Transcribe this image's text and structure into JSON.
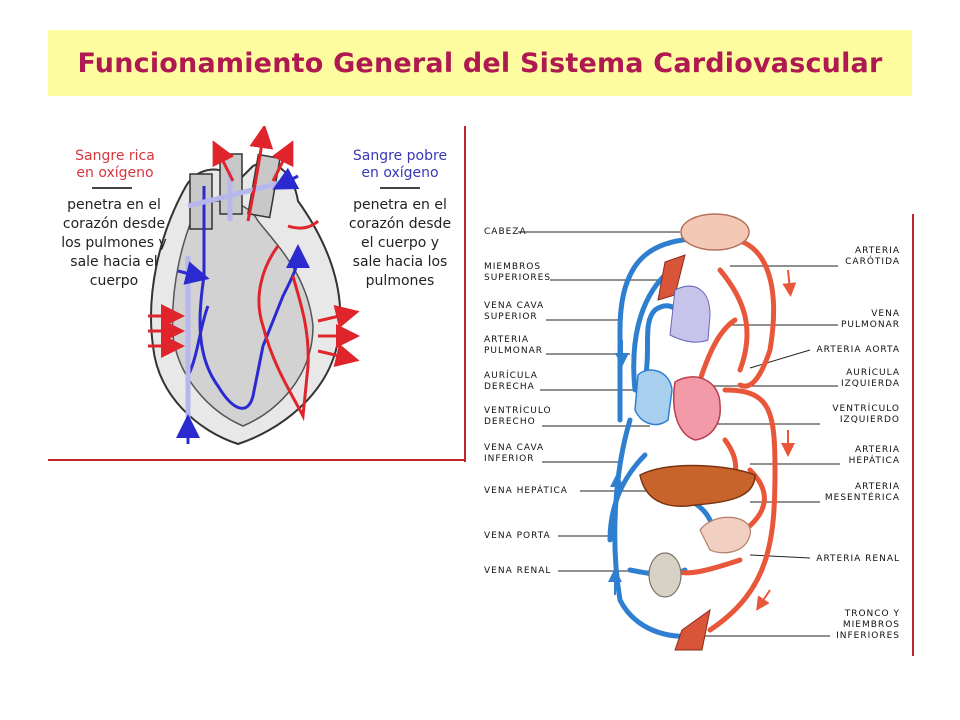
{
  "title": "Funcionamiento General del Sistema Cardiovascular",
  "heart": {
    "left_header": "Sangre rica\nen oxígeno",
    "left_desc": "penetra en el\ncorazón desde\nlos pulmones y\nsale hacia el\ncuerpo",
    "right_header": "Sangre pobre\nen oxígeno",
    "right_desc": "penetra en el\ncorazón desde\nel cuerpo y\nsale hacia los\npulmones"
  },
  "circulation": {
    "left_labels": [
      "CABEZA",
      "MIEMBROS\nSUPERIORES",
      "VENA CAVA\nSUPERIOR",
      "ARTERIA\nPULMONAR",
      "AURÍCULA\nDERECHA",
      "VENTRÍCULO\nDERECHO",
      "VENA CAVA\nINFERIOR",
      "VENA HEPÁTICA",
      "VENA PORTA",
      "VENA RENAL"
    ],
    "right_labels": [
      "ARTERIA\nCARÓTIDA",
      "VENA\nPULMONAR",
      "ARTERIA AORTA",
      "AURÍCULA\nIZQUIERDA",
      "VENTRÍCULO\nIZQUIERDO",
      "ARTERIA\nHEPÁTICA",
      "ARTERIA\nMESENTÉRICA",
      "ARTERIA RENAL",
      "TRONCO Y\nMIEMBROS\nINFERIORES"
    ]
  },
  "colors": {
    "title_bg": "#fdfda0",
    "title_text": "#b01852",
    "oxygenated": "#e8573a",
    "deoxygenated": "#2f7fd0",
    "heart_red": "#e0242c",
    "heart_blue": "#2a2ad0",
    "frame": "#c0252c"
  }
}
